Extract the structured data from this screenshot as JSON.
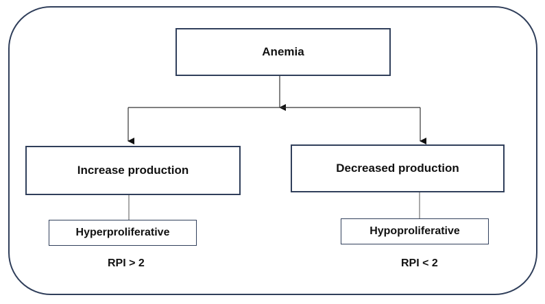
{
  "diagram": {
    "root": "Anemia",
    "left": {
      "category": "Increase production",
      "subtype": "Hyperproliferative",
      "criterion": "RPI > 2"
    },
    "right": {
      "category": "Decreased production",
      "subtype": "Hypoproliferative",
      "criterion": "RPI < 2"
    }
  },
  "colors": {
    "border": "#2f3e5a",
    "line": "#333333",
    "text": "#111111"
  }
}
